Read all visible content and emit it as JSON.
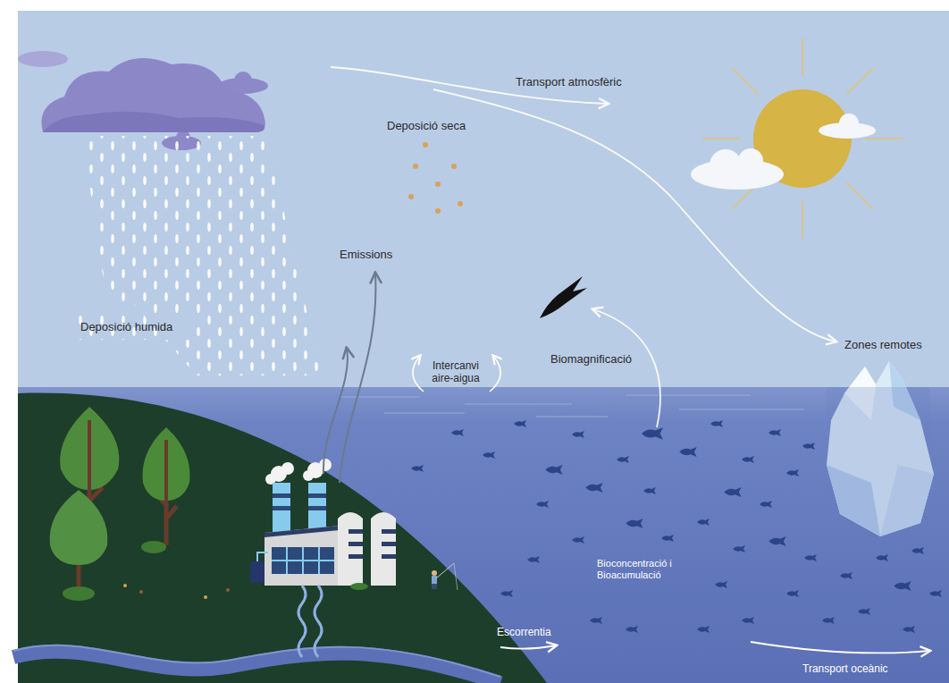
{
  "diagram": {
    "labels": [
      "Transport atmosfèric",
      "Deposició seca",
      "Emissions",
      "Deposició humida",
      "Intercanvi aire-aigua",
      "Biomagnificació",
      "Zones remotes",
      "Bioconcentració i Bioacumulació",
      "Escorrentia",
      "Transport oceànic"
    ]
  }
}
